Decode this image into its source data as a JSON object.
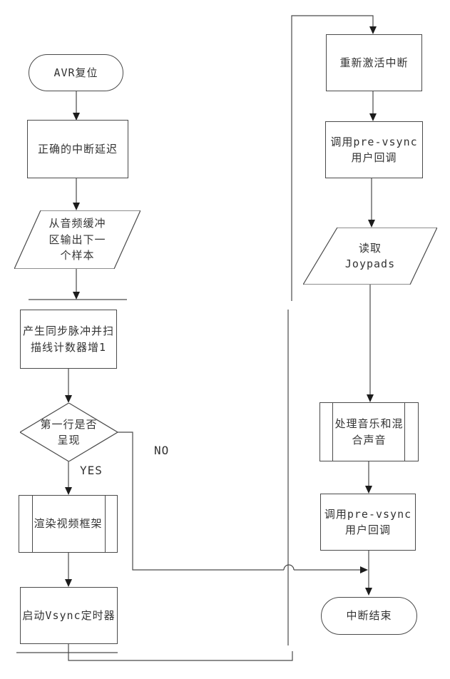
{
  "colors": {
    "line": "#4a4a4a",
    "text": "#333333",
    "background": "#ffffff",
    "arrowhead": "#1c1c1c"
  },
  "branch_labels": {
    "yes": "YES",
    "no": "NO"
  },
  "nodes": {
    "avr_reset": "AVR复位",
    "interrupt_latency": "正确的中断延迟",
    "audio_sample": "从音频缓冲区输出下一个样本",
    "sync_pulse": "产生同步脉冲并扫描线计数器增1",
    "first_line_decision": "第一行是否呈现",
    "render_video": "渲染视频框架",
    "start_vsync_timer": "启动Vsync定时器",
    "reactivate_interrupt": "重新激活中断",
    "pre_vsync_callback_top": "调用pre-vsync用户回调",
    "read_joypads": "读取 Joypads",
    "process_music": "处理音乐和混合声音",
    "pre_vsync_callback_bottom": "调用pre-vsync用户回调",
    "interrupt_end": "中断结束"
  }
}
